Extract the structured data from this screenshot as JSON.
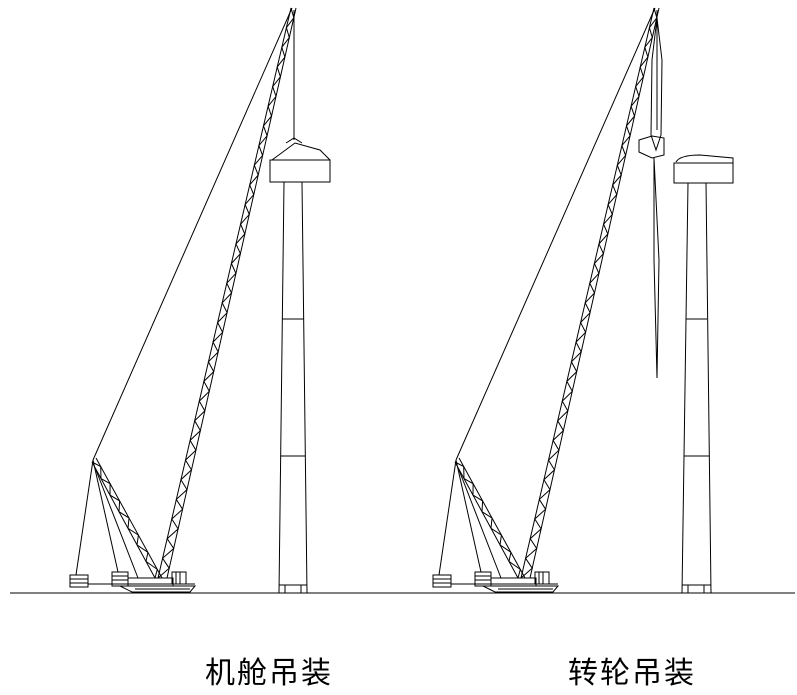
{
  "panels": [
    {
      "id": "left",
      "caption": "机舱吊装",
      "load": "nacelle"
    },
    {
      "id": "right",
      "caption": "转轮吊装",
      "load": "rotor"
    }
  ],
  "colors": {
    "line": "#000000",
    "background": "#ffffff"
  }
}
